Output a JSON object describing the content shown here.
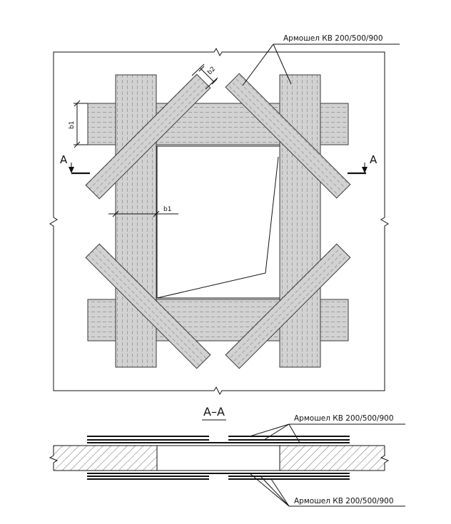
{
  "plan": {
    "callout_label": "Армошел КВ 200/500/900",
    "dim_b1_side": "b1",
    "dim_b1_bottom": "b1",
    "dim_b2": "b2",
    "section_mark_left": "A",
    "section_mark_right": "A"
  },
  "section": {
    "title": "A–A",
    "callout_top": "Армошел КВ 200/500/900",
    "callout_bottom": "Армошел КВ 200/500/900"
  },
  "colors": {
    "strip_fill": "#d2d2d2",
    "strip_lines": "#8a8a8a",
    "outline": "#111111"
  }
}
